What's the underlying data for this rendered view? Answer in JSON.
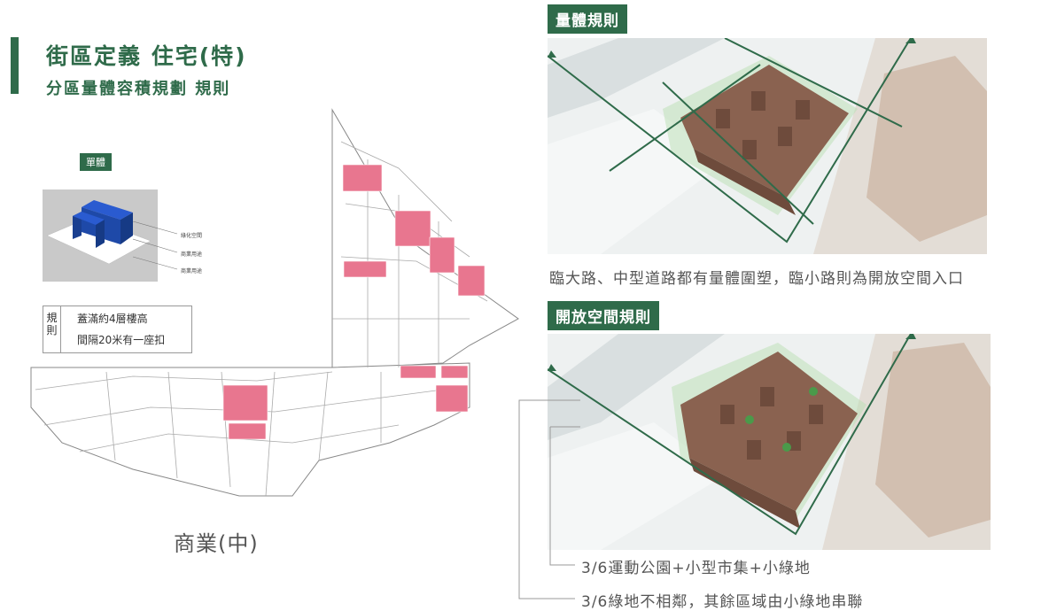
{
  "header": {
    "title": "街區定義 住宅(特)",
    "subtitle": "分區量體容積規劃 規則"
  },
  "unit": {
    "tag": "單體",
    "legend": [
      "綠化空間",
      "商業用途",
      "商業用途"
    ]
  },
  "rules": {
    "label": "規則",
    "items": [
      "蓋滿約4層樓高",
      "間隔20米有一座扣"
    ]
  },
  "zone_caption": "商業(中)",
  "volume_rule": {
    "tag": "量體規則",
    "caption": "臨大路、中型道路都有量體圍塑，臨小路則為開放空間入口"
  },
  "open_space_rule": {
    "tag": "開放空間規則",
    "captions": [
      "3/6運動公園+小型市集+小綠地",
      "3/6綠地不相鄰，其餘區域由小綠地串聯"
    ]
  },
  "colors": {
    "accent": "#2f6b4a",
    "highlight_blocks": "#e8768f",
    "massing": "#8a6250",
    "unit_volume": "#1e49a8"
  }
}
